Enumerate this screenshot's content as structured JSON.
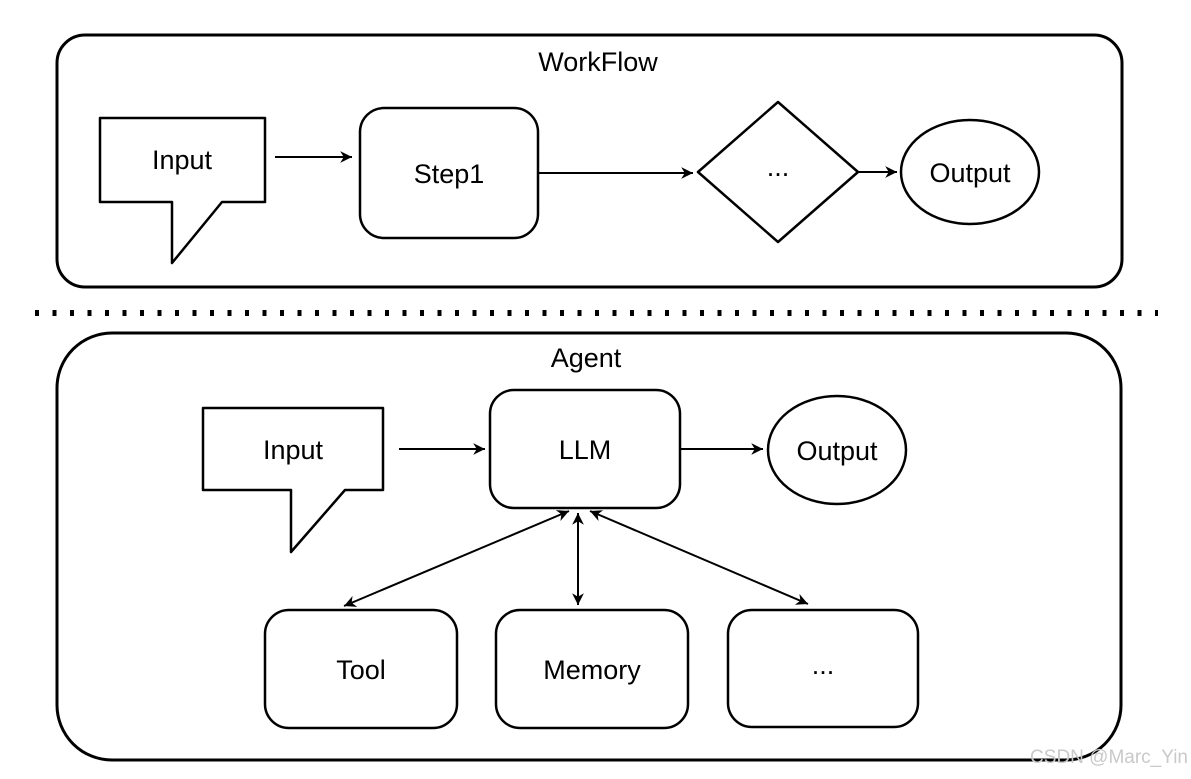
{
  "colors": {
    "background": "#ffffff",
    "stroke": "#000000",
    "watermark": "#c9c9c9"
  },
  "workflow_section": {
    "title": "WorkFlow",
    "nodes": {
      "input": "Input",
      "step1": "Step1",
      "decision": "...",
      "output": "Output"
    }
  },
  "agent_section": {
    "title": "Agent",
    "nodes": {
      "input": "Input",
      "llm": "LLM",
      "output": "Output",
      "tool": "Tool",
      "memory": "Memory",
      "more": "..."
    }
  },
  "watermark": "CSDN @Marc_Yin"
}
